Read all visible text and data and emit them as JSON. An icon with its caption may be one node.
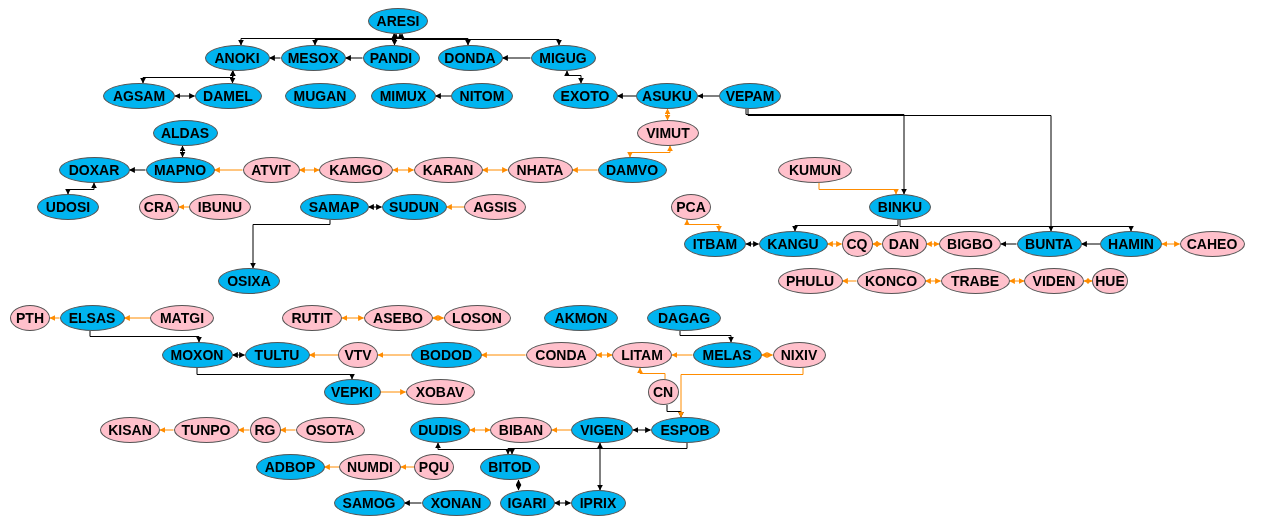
{
  "diagram": {
    "nodes": [
      {
        "text": [
          "ARESI"
        ]
      },
      {
        "text": [
          "ANOKI"
        ]
      },
      {
        "text": [
          "MESOX"
        ]
      },
      {
        "text": [
          "PANDI"
        ]
      },
      {
        "text": [
          "DONDA"
        ]
      },
      {
        "text": [
          "MIGUG"
        ]
      },
      {
        "text": [
          "AGSAM"
        ]
      },
      {
        "text": [
          "DAMEL"
        ]
      },
      {
        "text": [
          "MUGAN"
        ]
      },
      {
        "text": [
          "MIMUX"
        ]
      },
      {
        "text": [
          "NITOM"
        ]
      },
      {
        "text": [
          "EXOTO"
        ]
      },
      {
        "text": [
          "ASUKU"
        ]
      },
      {
        "text": [
          "VEPAM"
        ]
      },
      {
        "text": [
          "ALDAS"
        ]
      },
      {
        "text": [
          "VIMUT"
        ]
      },
      {
        "text": [
          "DOXAR"
        ]
      },
      {
        "text": [
          "MAPNO"
        ]
      },
      {
        "text": [
          "ATVIT"
        ]
      },
      {
        "text": [
          "KAMGO"
        ]
      },
      {
        "text": [
          "KARAN"
        ]
      },
      {
        "text": [
          "NHATA"
        ]
      },
      {
        "text": [
          "DAMVO"
        ]
      },
      {
        "text": [
          "KUMUN"
        ]
      },
      {
        "text": [
          "UDOSI"
        ]
      },
      {
        "text": [
          "CRA"
        ]
      },
      {
        "text": [
          "IBUNU"
        ]
      },
      {
        "text": [
          "SAMAP"
        ]
      },
      {
        "text": [
          "SUDUN"
        ]
      },
      {
        "text": [
          "AGSIS"
        ]
      },
      {
        "text": [
          "PCA"
        ]
      },
      {
        "text": [
          "BINKU"
        ]
      },
      {
        "text": [
          "ITBAM"
        ]
      },
      {
        "text": [
          "KANGU"
        ]
      },
      {
        "text": [
          "CQ"
        ]
      },
      {
        "text": [
          "DAN"
        ]
      },
      {
        "text": [
          "BIGBO"
        ]
      },
      {
        "text": [
          "BUNTA"
        ]
      },
      {
        "text": [
          "HAMIN"
        ]
      },
      {
        "text": [
          "CAHEO"
        ]
      },
      {
        "text": [
          "PHULU"
        ]
      },
      {
        "text": [
          "KONCO"
        ]
      },
      {
        "text": [
          "TRABE"
        ]
      },
      {
        "text": [
          "VIDEN"
        ]
      },
      {
        "text": [
          "HUE"
        ]
      },
      {
        "text": [
          "OSIXA"
        ]
      },
      {
        "text": [
          "PTH"
        ]
      },
      {
        "text": [
          "ELSAS"
        ]
      },
      {
        "text": [
          "MATGI"
        ]
      },
      {
        "text": [
          "RUTIT"
        ]
      },
      {
        "text": [
          "ASEBO"
        ]
      },
      {
        "text": [
          "LOSON"
        ]
      },
      {
        "text": [
          "AKMON"
        ]
      },
      {
        "text": [
          "DAGAG"
        ]
      },
      {
        "text": [
          "MOXON"
        ]
      },
      {
        "text": [
          "TULTU"
        ]
      },
      {
        "text": [
          "VTV"
        ]
      },
      {
        "text": [
          "BODOD"
        ]
      },
      {
        "text": [
          "CONDA"
        ]
      },
      {
        "text": [
          "LITAM"
        ]
      },
      {
        "text": [
          "MELAS"
        ]
      },
      {
        "text": [
          "NIXIV"
        ]
      },
      {
        "text": [
          "VEPKI"
        ]
      },
      {
        "text": [
          "XOBAV"
        ]
      },
      {
        "text": [
          "CN"
        ]
      },
      {
        "text": [
          "KISAN"
        ]
      },
      {
        "text": [
          "TUNPO"
        ]
      },
      {
        "text": [
          "RG"
        ]
      },
      {
        "text": [
          "OSOTA"
        ]
      },
      {
        "text": [
          "DUDIS"
        ]
      },
      {
        "text": [
          "BIBAN"
        ]
      },
      {
        "text": [
          "VIGEN"
        ]
      },
      {
        "text": [
          "ESPOB"
        ]
      },
      {
        "text": [
          "ADBOP"
        ]
      },
      {
        "text": [
          "NUMDI"
        ]
      },
      {
        "text": [
          "PQU"
        ]
      },
      {
        "text": [
          "BITOD"
        ]
      },
      {
        "text": [
          "SAMOG"
        ]
      },
      {
        "text": [
          "XONAN"
        ]
      },
      {
        "text": [
          "IGARI"
        ]
      },
      {
        "text": [
          "IPRIX"
        ]
      }
    ],
    "edges": [
      {
        "from": 0,
        "to": 1,
        "arrow": "both",
        "color": "#000000"
      },
      {
        "from": 0,
        "to": 2,
        "arrow": "both",
        "color": "#000000"
      },
      {
        "from": 0,
        "to": 3,
        "arrow": "both",
        "color": "#000000"
      },
      {
        "from": 0,
        "to": 4,
        "arrow": "both",
        "color": "#000000"
      },
      {
        "from": 0,
        "to": 5,
        "arrow": "both",
        "color": "#000000"
      },
      {
        "from": 1,
        "to": 6,
        "arrow": "both",
        "color": "#000000"
      },
      {
        "from": 2,
        "to": 1,
        "arrow": "to",
        "color": "#000000"
      },
      {
        "from": 3,
        "to": 2,
        "arrow": "to",
        "color": "#000000"
      },
      {
        "from": 5,
        "to": 4,
        "arrow": "to",
        "color": "#000000"
      },
      {
        "from": 5,
        "to": 11,
        "arrow": "both",
        "color": "#000000"
      },
      {
        "from": 6,
        "to": 7,
        "arrow": "both",
        "color": "#000000"
      },
      {
        "from": 10,
        "to": 9,
        "arrow": "to",
        "color": "#000000"
      },
      {
        "from": 12,
        "to": 11,
        "arrow": "to",
        "color": "#000000"
      },
      {
        "from": 13,
        "to": 12,
        "arrow": "to",
        "color": "#000000"
      },
      {
        "from": 7,
        "to": 1,
        "arrow": "both",
        "color": "#000000"
      },
      {
        "from": 17,
        "to": 14,
        "arrow": "both",
        "color": "#000000"
      },
      {
        "from": 17,
        "to": 16,
        "arrow": "to",
        "color": "#000000"
      },
      {
        "from": 24,
        "to": 16,
        "arrow": "both",
        "color": "#000000"
      },
      {
        "from": 18,
        "to": 17,
        "arrow": "to",
        "color": "#ff8c00"
      },
      {
        "from": 19,
        "to": 18,
        "arrow": "both",
        "color": "#ff8c00"
      },
      {
        "from": 20,
        "to": 19,
        "arrow": "both",
        "color": "#ff8c00"
      },
      {
        "from": 21,
        "to": 20,
        "arrow": "both",
        "color": "#ff8c00"
      },
      {
        "from": 22,
        "to": 21,
        "arrow": "to",
        "color": "#ff8c00"
      },
      {
        "from": 15,
        "to": 22,
        "arrow": "both",
        "color": "#ff8c00"
      },
      {
        "from": 15,
        "to": 12,
        "arrow": "both",
        "color": "#ff8c00"
      },
      {
        "from": 13,
        "to": 31,
        "arrow": "to",
        "color": "#000000"
      },
      {
        "from": 13,
        "to": 37,
        "arrow": "to",
        "color": "#000000"
      },
      {
        "from": 26,
        "to": 25,
        "arrow": "to",
        "color": "#ff8c00"
      },
      {
        "from": 27,
        "to": 28,
        "arrow": "both",
        "color": "#000000"
      },
      {
        "from": 29,
        "to": 28,
        "arrow": "to",
        "color": "#ff8c00"
      },
      {
        "from": 30,
        "to": 32,
        "arrow": "both",
        "color": "#ff8c00"
      },
      {
        "from": 31,
        "to": 33,
        "arrow": "to",
        "color": "#000000"
      },
      {
        "from": 31,
        "to": 38,
        "arrow": "to",
        "color": "#000000"
      },
      {
        "from": 32,
        "to": 33,
        "arrow": "both",
        "color": "#000000"
      },
      {
        "from": 33,
        "to": 34,
        "arrow": "both",
        "color": "#ff8c00"
      },
      {
        "from": 34,
        "to": 35,
        "arrow": "both",
        "color": "#ff8c00"
      },
      {
        "from": 35,
        "to": 36,
        "arrow": "both",
        "color": "#ff8c00"
      },
      {
        "from": 37,
        "to": 36,
        "arrow": "to",
        "color": "#000000"
      },
      {
        "from": 38,
        "to": 37,
        "arrow": "to",
        "color": "#000000"
      },
      {
        "from": 38,
        "to": 39,
        "arrow": "both",
        "color": "#ff8c00"
      },
      {
        "from": 41,
        "to": 40,
        "arrow": "to",
        "color": "#ff8c00"
      },
      {
        "from": 42,
        "to": 41,
        "arrow": "both",
        "color": "#ff8c00"
      },
      {
        "from": 43,
        "to": 42,
        "arrow": "both",
        "color": "#ff8c00"
      },
      {
        "from": 44,
        "to": 43,
        "arrow": "both",
        "color": "#ff8c00"
      },
      {
        "from": 23,
        "to": 31,
        "arrow": "to",
        "color": "#ff8c00"
      },
      {
        "from": 27,
        "to": 45,
        "arrow": "to",
        "color": "#000000"
      },
      {
        "from": 47,
        "to": 46,
        "arrow": "to",
        "color": "#ff8c00"
      },
      {
        "from": 48,
        "to": 47,
        "arrow": "to",
        "color": "#ff8c00"
      },
      {
        "from": 49,
        "to": 50,
        "arrow": "both",
        "color": "#ff8c00"
      },
      {
        "from": 51,
        "to": 50,
        "arrow": "both",
        "color": "#ff8c00"
      },
      {
        "from": 55,
        "to": 54,
        "arrow": "both",
        "color": "#000000"
      },
      {
        "from": 56,
        "to": 55,
        "arrow": "to",
        "color": "#ff8c00"
      },
      {
        "from": 57,
        "to": 56,
        "arrow": "to",
        "color": "#ff8c00"
      },
      {
        "from": 58,
        "to": 57,
        "arrow": "to",
        "color": "#ff8c00"
      },
      {
        "from": 59,
        "to": 58,
        "arrow": "both",
        "color": "#ff8c00"
      },
      {
        "from": 60,
        "to": 59,
        "arrow": "to",
        "color": "#ff8c00"
      },
      {
        "from": 61,
        "to": 60,
        "arrow": "both",
        "color": "#ff8c00"
      },
      {
        "from": 62,
        "to": 63,
        "arrow": "to",
        "color": "#ff8c00"
      },
      {
        "from": 64,
        "to": 59,
        "arrow": "to",
        "color": "#ff8c00"
      },
      {
        "from": 64,
        "to": 72,
        "arrow": "to",
        "color": "#000000"
      },
      {
        "from": 66,
        "to": 65,
        "arrow": "to",
        "color": "#ff8c00"
      },
      {
        "from": 67,
        "to": 66,
        "arrow": "to",
        "color": "#ff8c00"
      },
      {
        "from": 68,
        "to": 67,
        "arrow": "to",
        "color": "#ff8c00"
      },
      {
        "from": 69,
        "to": 70,
        "arrow": "both",
        "color": "#ff8c00"
      },
      {
        "from": 71,
        "to": 70,
        "arrow": "to",
        "color": "#ff8c00"
      },
      {
        "from": 72,
        "to": 71,
        "arrow": "both",
        "color": "#000000"
      },
      {
        "from": 74,
        "to": 73,
        "arrow": "to",
        "color": "#ff8c00"
      },
      {
        "from": 75,
        "to": 74,
        "arrow": "to",
        "color": "#ff8c00"
      },
      {
        "from": 76,
        "to": 69,
        "arrow": "both",
        "color": "#000000"
      },
      {
        "from": 76,
        "to": 79,
        "arrow": "both",
        "color": "#000000"
      },
      {
        "from": 78,
        "to": 77,
        "arrow": "to",
        "color": "#000000"
      },
      {
        "from": 80,
        "to": 79,
        "arrow": "both",
        "color": "#000000"
      },
      {
        "from": 71,
        "to": 80,
        "arrow": "both",
        "color": "#000000"
      },
      {
        "from": 72,
        "to": 76,
        "arrow": "to",
        "color": "#000000"
      },
      {
        "from": 61,
        "to": 72,
        "arrow": "to",
        "color": "#ff8c00"
      },
      {
        "from": 53,
        "to": 60,
        "arrow": "to",
        "color": "#000000"
      },
      {
        "from": 47,
        "to": 54,
        "arrow": "to",
        "color": "#000000"
      },
      {
        "from": 54,
        "to": 62,
        "arrow": "to",
        "color": "#000000"
      }
    ]
  }
}
